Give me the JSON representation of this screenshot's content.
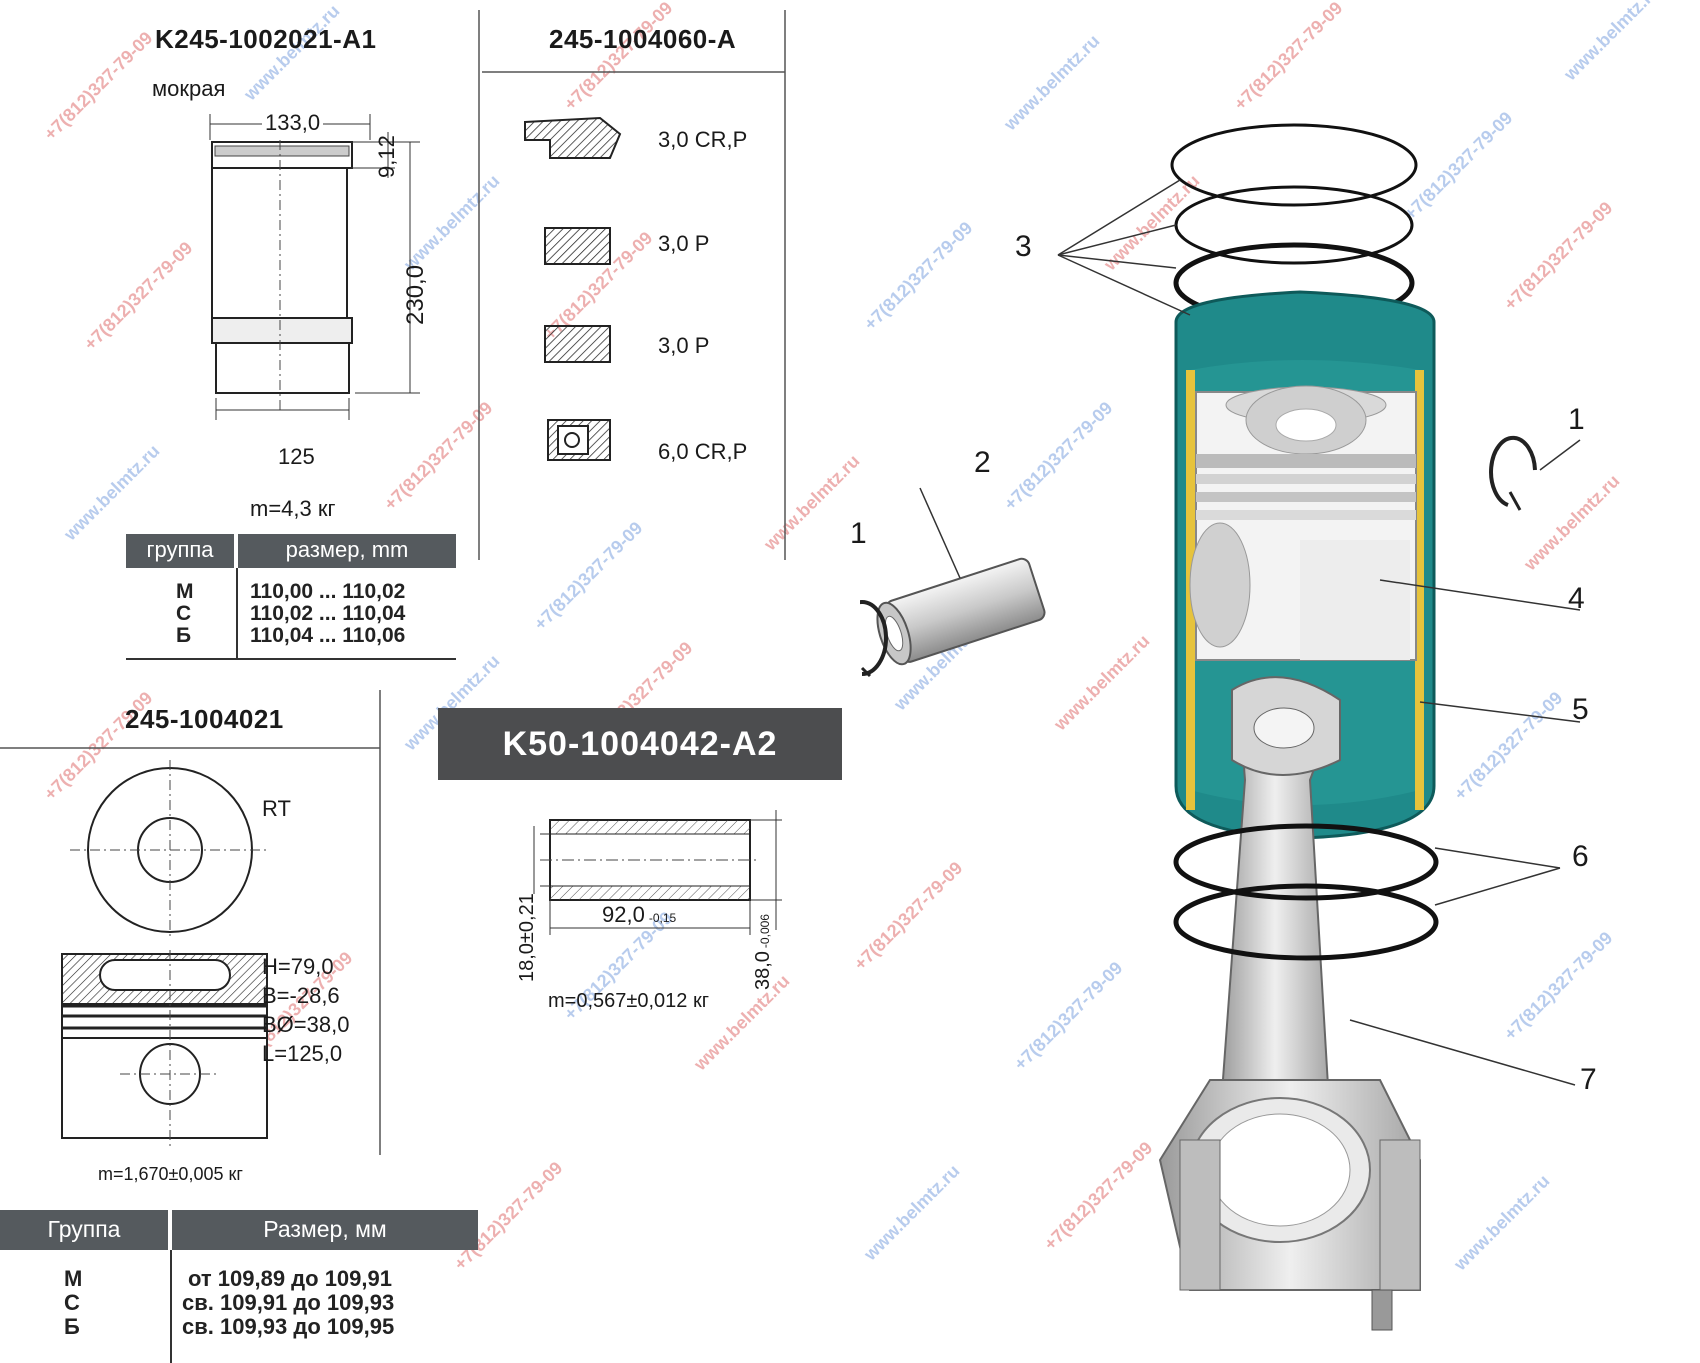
{
  "colors": {
    "sleeve_fill": "#1f8a8a",
    "sleeve_stripe": "#e6c33c",
    "table_header": "#555a5e",
    "badge_bg": "#4c4d4f",
    "watermark_red": "#e07070",
    "watermark_blue": "#7fa3e0"
  },
  "liner": {
    "title": "K245-1002021-A1",
    "subtitle": "мокрая",
    "dim_top": "133,0",
    "dim_side_small": "9,12",
    "dim_height": "230,0",
    "dim_bottom": "125",
    "mass": "m=4,3 кг",
    "table": {
      "headers": [
        "группа",
        "размер, mm"
      ],
      "groups": [
        "М",
        "С",
        "Б"
      ],
      "sizes": [
        "110,00 ... 110,02",
        "110,02 ... 110,04",
        "110,04 ... 110,06"
      ]
    }
  },
  "rings": {
    "title": "245-1004060-A",
    "items": [
      "3,0 CR,P",
      "3,0 P",
      "3,0 P",
      "6,0 CR,P"
    ]
  },
  "piston": {
    "title": "245-1004021",
    "mark": "RT",
    "params": [
      "H=79,0",
      "B=-28,6",
      "BØ=38,0",
      "L=125,0"
    ],
    "mass": "m=1,670±0,005 кг",
    "table": {
      "headers": [
        "Группа",
        "Размер, мм"
      ],
      "groups": [
        "М",
        "С",
        "Б"
      ],
      "sizes": [
        "от 109,89 до 109,91",
        "св. 109,91 до 109,93",
        "св. 109,93 до 109,95"
      ]
    }
  },
  "pin": {
    "title": "K50-1004042-A2",
    "dim_length": "92,0",
    "dim_length_tol": "-0,15",
    "dim_inner": "18,0±0,21",
    "dim_outer": "38,0",
    "dim_outer_tol": "-0,006",
    "mass": "m=0,567±0,012 кг"
  },
  "callouts": [
    "1",
    "2",
    "1",
    "3",
    "4",
    "5",
    "6",
    "7"
  ],
  "watermarks": {
    "site": "www.belmtz.ru",
    "phone": "+7(812)327-79-09"
  }
}
